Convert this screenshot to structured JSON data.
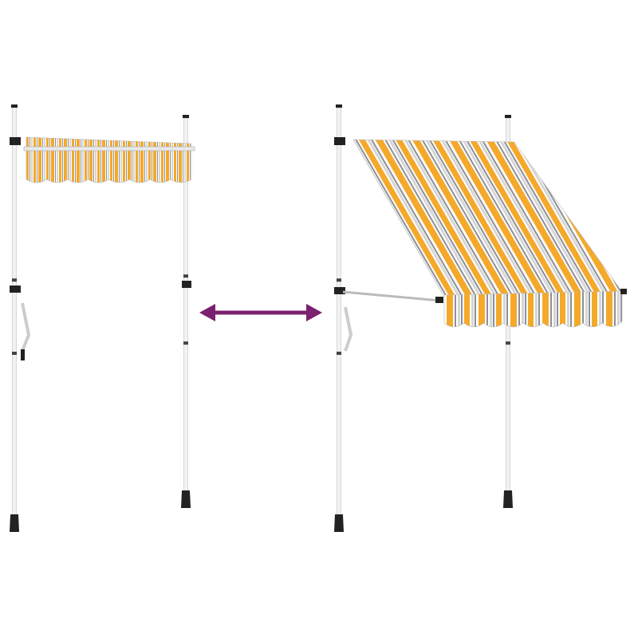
{
  "image": {
    "subject": "retractable-awning-comparison",
    "views": [
      "retracted",
      "extended"
    ],
    "colors": {
      "stripe_orange": "#f4a92a",
      "stripe_grey": "#8e8f96",
      "stripe_light": "#d6d6d6",
      "pole": "#f2f2f2",
      "hardware": "#222222",
      "arrow": "#7b2170"
    }
  }
}
